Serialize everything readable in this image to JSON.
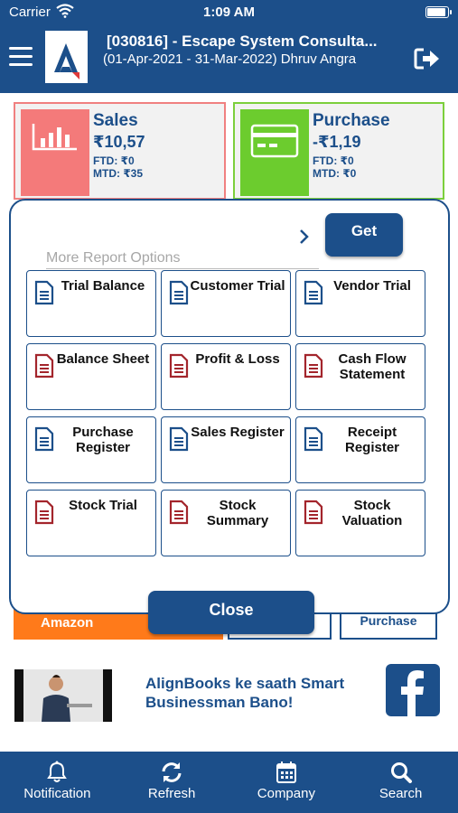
{
  "status_bar": {
    "carrier": "Carrier",
    "time": "1:09 AM"
  },
  "header": {
    "title": "[030816] - Escape System Consulta...",
    "subtitle": "(01-Apr-2021 - 31-Mar-2022) Dhruv Angra"
  },
  "cards": {
    "sales": {
      "title": "Sales",
      "amount": "₹10,57",
      "ftd": "FTD: ₹0",
      "mtd": "MTD: ₹35"
    },
    "purchase": {
      "title": "Purchase",
      "amount": "-₹1,19",
      "ftd": "FTD: ₹0",
      "mtd": "MTD: ₹0"
    }
  },
  "background": {
    "amazon_label": "Amazon",
    "purchase_button": "Purchase"
  },
  "modal": {
    "search_placeholder": "More Report Options",
    "get_label": "Get",
    "close_label": "Close",
    "reports": [
      {
        "label": "Trial Balance",
        "icon": "blue-document-icon"
      },
      {
        "label": "Customer Trial",
        "icon": "blue-document-icon"
      },
      {
        "label": "Vendor Trial",
        "icon": "blue-document-icon"
      },
      {
        "label": "Balance Sheet",
        "icon": "red-document-icon"
      },
      {
        "label": "Profit & Loss",
        "icon": "red-document-icon"
      },
      {
        "label": "Cash Flow Statement",
        "icon": "red-document-icon"
      },
      {
        "label": "Purchase Register",
        "icon": "blue-document-icon"
      },
      {
        "label": "Sales Register",
        "icon": "blue-document-icon"
      },
      {
        "label": "Receipt Register",
        "icon": "blue-document-icon"
      },
      {
        "label": "Stock Trial",
        "icon": "red-document-icon"
      },
      {
        "label": "Stock Summary",
        "icon": "red-document-icon"
      },
      {
        "label": "Stock Valuation",
        "icon": "red-document-icon"
      }
    ]
  },
  "banner": {
    "text": "AlignBooks ke saath Smart Businessman Bano!"
  },
  "bottom_nav": {
    "notification": "Notification",
    "refresh": "Refresh",
    "company": "Company",
    "search": "Search"
  },
  "colors": {
    "brand": "#1c4f8a",
    "sales_accent": "#f47a7a",
    "purchase_accent": "#6ccc2e",
    "doc_blue": "#1c4f8a",
    "doc_red": "#a3252c",
    "amazon": "#ff7a1a"
  }
}
